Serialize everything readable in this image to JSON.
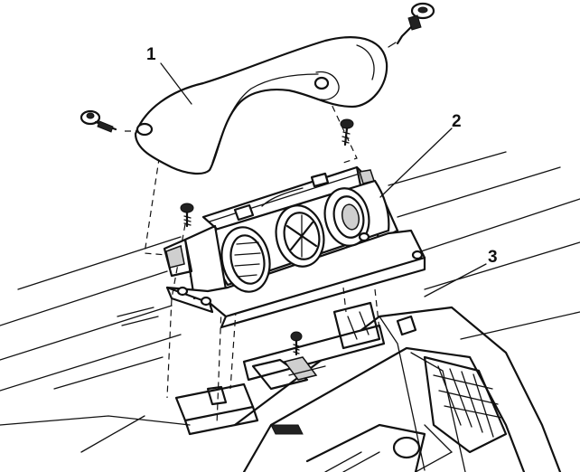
{
  "callouts": [
    {
      "label": "1"
    },
    {
      "label": "2"
    },
    {
      "label": "3"
    }
  ],
  "icons": [
    "screw-icon",
    "clip-icon"
  ],
  "colors": {
    "ink": "#111111",
    "paper": "#ffffff",
    "shade": "#cfcfcf"
  }
}
